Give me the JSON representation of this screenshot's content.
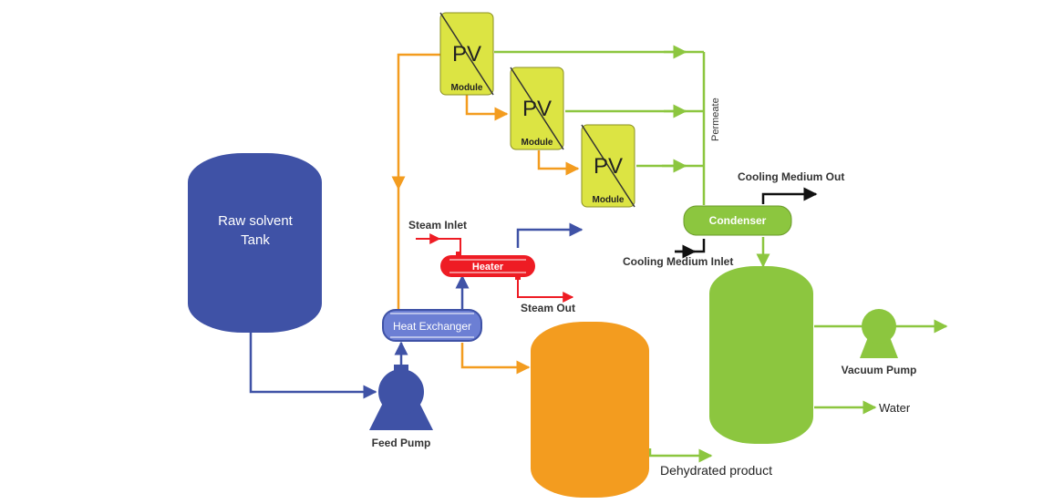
{
  "colors": {
    "blue": "#3f52a6",
    "orange": "#f39c1f",
    "green": "#8cc63f",
    "red": "#ee1c24",
    "yellow": "#dce443",
    "black": "#111111"
  },
  "labels": {
    "raw_tank_line1": "Raw solvent",
    "raw_tank_line2": "Tank",
    "feed_pump": "Feed Pump",
    "heat_exchanger": "Heat Exchanger",
    "heater": "Heater",
    "steam_inlet": "Steam Inlet",
    "steam_out": "Steam Out",
    "pv": "PV",
    "module": "Module",
    "permeate": "Permeate",
    "condenser": "Condenser",
    "cooling_medium_out": "Cooling Medium Out",
    "cooling_medium_inlet": "Cooling Medium Inlet",
    "vacuum_pump": "Vacuum Pump",
    "water": "Water",
    "dehydrated_product": "Dehydrated product"
  }
}
